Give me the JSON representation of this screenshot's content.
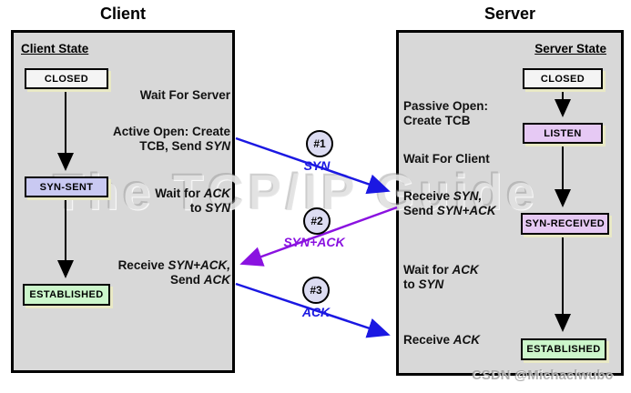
{
  "colors": {
    "panel": "#d8d8d8",
    "box_shadow": "#e9e9c5",
    "closed": "#f4f4f4",
    "listen": "#e6c9f4",
    "syn_sent": "#c9c9f2",
    "syn_received": "#e6c9f4",
    "established": "#ccf6cb",
    "circle": "#dcdcf2",
    "blue": "#1b18e2",
    "purple": "#8a12e0",
    "black": "#000000"
  },
  "watermark": {
    "brand": "The TCP/IP Guide",
    "credit": "CSDN @Michaelwubo"
  },
  "client": {
    "title": "Client",
    "heading": "Client State",
    "states": {
      "closed": "CLOSED",
      "syn_sent": "SYN-SENT",
      "established": "ESTABLISHED"
    },
    "ann": {
      "wait_server": "Wait For Server",
      "active_l1": "Active Open: Create",
      "active_l2_pre": "TCB, Send ",
      "active_l2_syn": "SYN",
      "waitack_l1_pre": "Wait for ",
      "waitack_l1_ack": "ACK",
      "waitack_l2_pre": "to ",
      "waitack_l2_syn": "SYN",
      "recv_l1_pre": "Receive ",
      "recv_l1_synack": "SYN+ACK,",
      "recv_l2_pre": "Send ",
      "recv_l2_ack": "ACK"
    }
  },
  "server": {
    "title": "Server",
    "heading": "Server State",
    "states": {
      "closed": "CLOSED",
      "listen": "LISTEN",
      "syn_received": "SYN-RECEIVED",
      "established": "ESTABLISHED"
    },
    "ann": {
      "passive_l1": "Passive Open:",
      "passive_l2": "Create TCB",
      "wait_client": "Wait For Client",
      "recvsyn_l1_pre": "Receive ",
      "recvsyn_l1_syn": "SYN,",
      "recvsyn_l2_pre": "Send ",
      "recvsyn_l2_synack": "SYN+ACK",
      "waitack_l1_pre": "Wait for ",
      "waitack_l1_ack": "ACK",
      "waitack_l2_pre": "to ",
      "waitack_l2_syn": "SYN",
      "recvack_pre": "Receive ",
      "recvack_ack": "ACK"
    }
  },
  "messages": [
    {
      "number": "#1",
      "label": "SYN"
    },
    {
      "number": "#2",
      "label": "SYN+ACK"
    },
    {
      "number": "#3",
      "label": "ACK"
    }
  ]
}
